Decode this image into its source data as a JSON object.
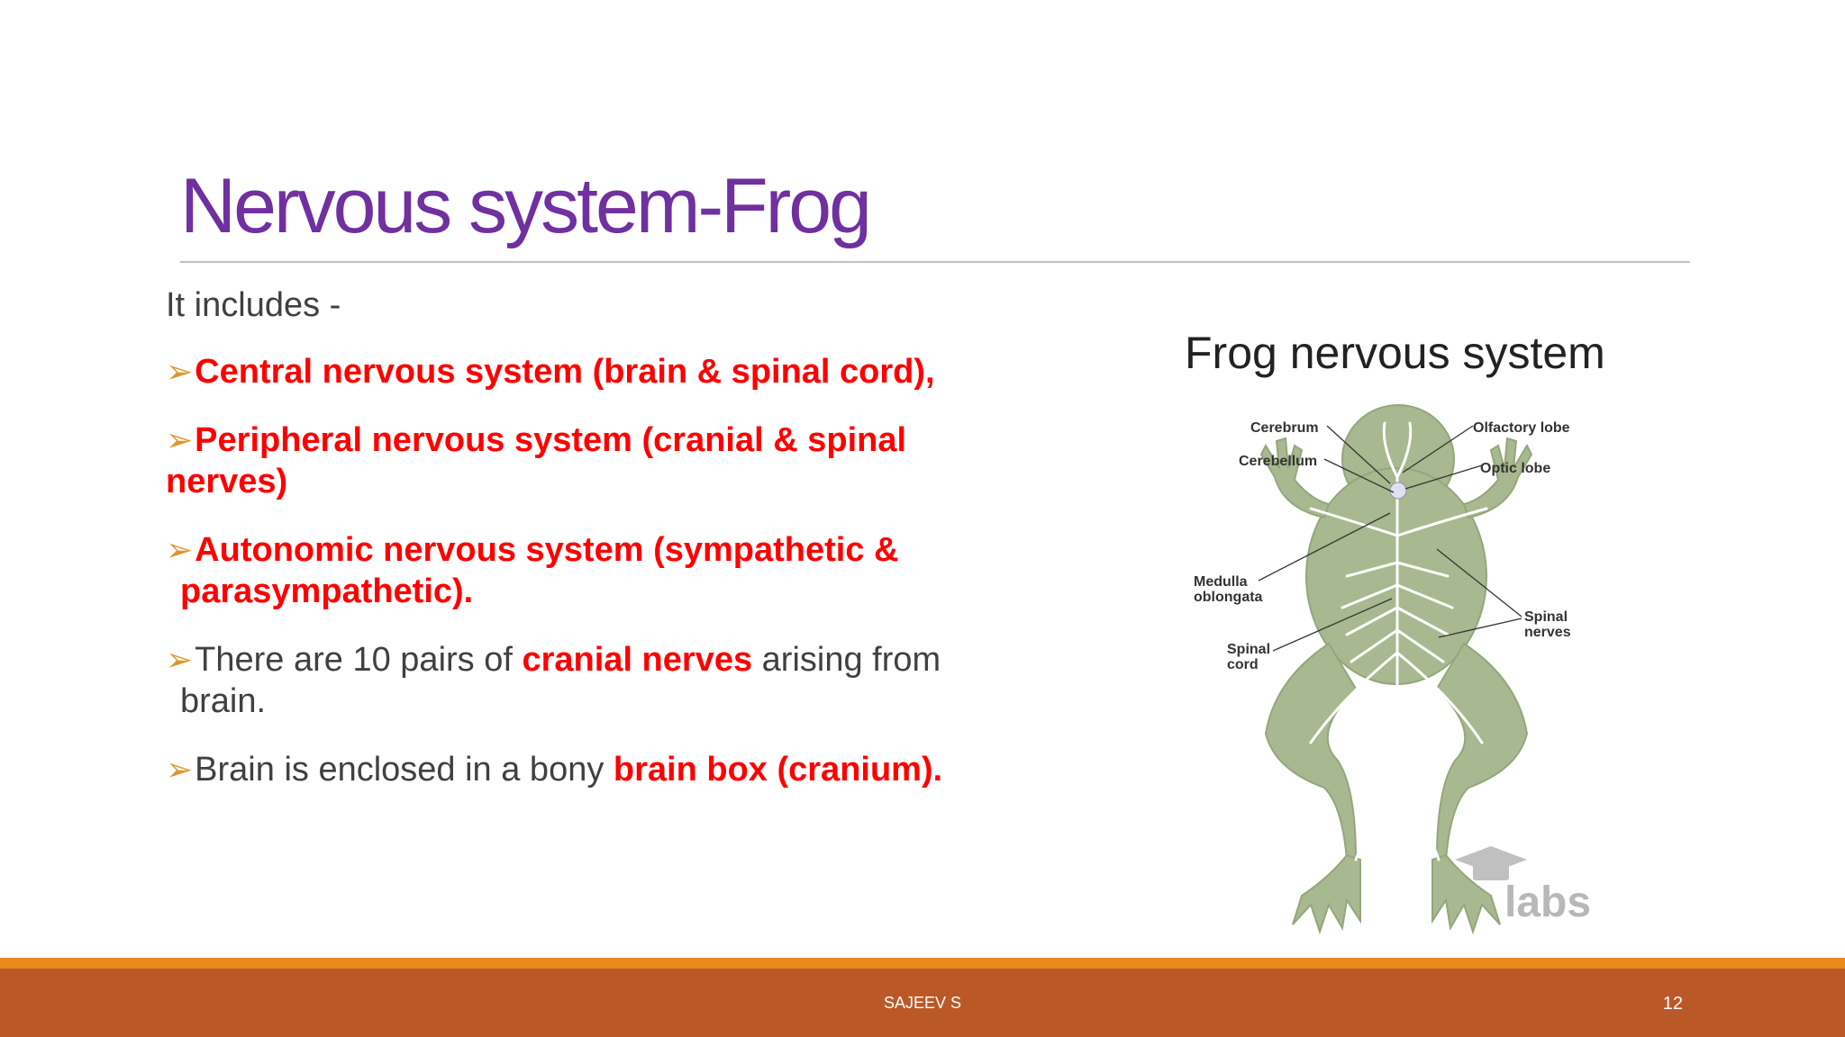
{
  "slide": {
    "title": "Nervous system-Frog",
    "intro": "It includes -",
    "bullets": [
      {
        "text": "Central nervous system (brain & spinal cord),"
      },
      {
        "text": "Peripheral nervous system (cranial & spinal nerves)"
      },
      {
        "line1": "Autonomic nervous system (sympathetic &",
        "line2": "parasympathetic)."
      },
      {
        "pre": "There are 10 pairs of ",
        "bold": "cranial nerves",
        "post": " arising from",
        "line2": "brain."
      },
      {
        "pre": "Brain is enclosed in a bony ",
        "bold": "brain box (cranium)."
      }
    ]
  },
  "figure": {
    "title": "Frog nervous system",
    "labels": {
      "cerebrum": "Cerebrum",
      "olfactory_lobe": "Olfactory lobe",
      "cerebellum": "Cerebellum",
      "optic_lobe": "Optic lobe",
      "medulla_line1": "Medulla",
      "medulla_line2": "oblongata",
      "spinal_nerves_line1": "Spinal",
      "spinal_nerves_line2": "nerves",
      "spinal_cord_line1": "Spinal",
      "spinal_cord_line2": "cord"
    },
    "watermark": "labs"
  },
  "footer": {
    "author": "SAJEEV S",
    "page_number": "12"
  },
  "colors": {
    "title": "#7030a0",
    "body_text": "#404040",
    "highlight": "#ff0000",
    "bullet_arrow": "#e0952b",
    "footer_bar": "#bb5828",
    "footer_stripe": "#e8891e",
    "frog_body": "#a8b890"
  },
  "icons": {
    "bullet": "arrowhead-bullet-icon",
    "figure_watermark": "graduation-cap-icon"
  }
}
